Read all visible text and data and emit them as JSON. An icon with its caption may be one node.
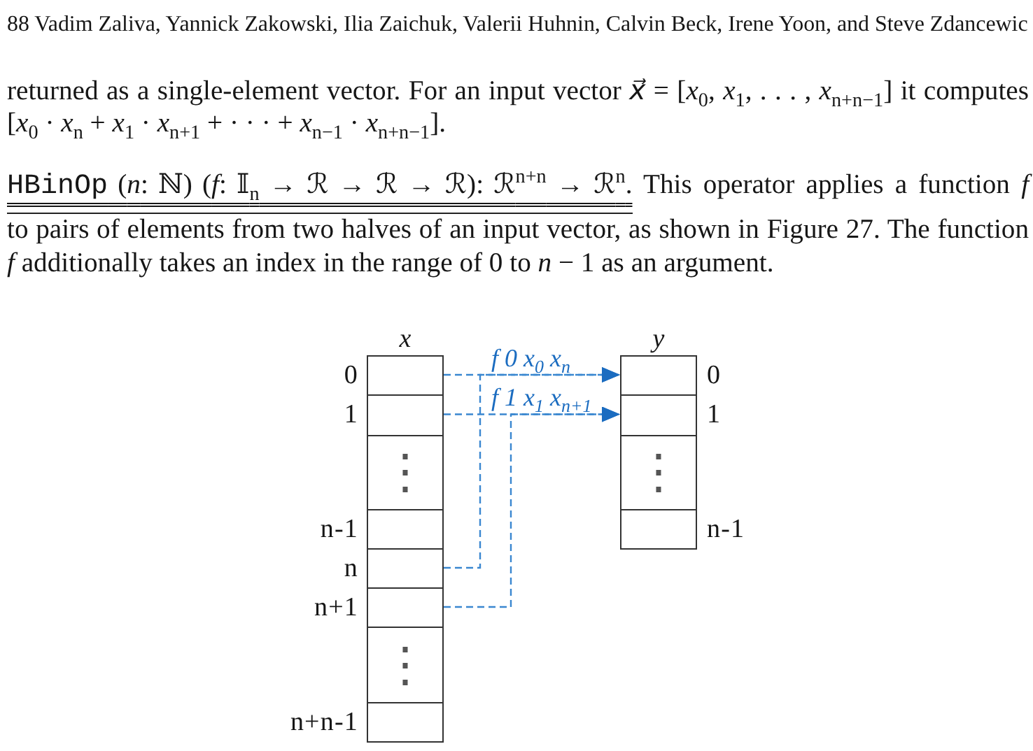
{
  "diagram": {
    "nodes": [
      {
        "text": [
          "x"
        ]
      },
      {
        "text": [],
        "shape": "box",
        "in": 0,
        "beside": [
          "0"
        ]
      },
      {
        "text": [],
        "shape": "box",
        "in": 0,
        "beside": [
          "1"
        ]
      },
      {
        "text": [
          "⋮"
        ],
        "in": 0
      },
      {
        "text": [],
        "shape": "box",
        "in": 0,
        "beside": [
          "n-1"
        ]
      },
      {
        "text": [],
        "shape": "box",
        "in": 0,
        "beside": [
          "n"
        ]
      },
      {
        "text": [],
        "shape": "box",
        "in": 0,
        "beside": [
          "n+1"
        ]
      },
      {
        "text": [
          "⋮"
        ],
        "in": 0
      },
      {
        "text": [],
        "shape": "box",
        "in": 0,
        "beside": [
          "n+n-1"
        ]
      },
      {
        "text": [
          "y"
        ]
      },
      {
        "text": [],
        "shape": "box",
        "in": 9,
        "beside": [
          "0"
        ]
      },
      {
        "text": [],
        "shape": "box",
        "in": 9,
        "beside": [
          "1"
        ]
      },
      {
        "text": [
          "⋮"
        ],
        "in": 9
      },
      {
        "text": [],
        "shape": "box",
        "in": 9,
        "beside": [
          "n-1"
        ]
      }
    ],
    "edges": [
      {
        "from": 1,
        "to": 10,
        "arrow": "to",
        "style": "dashed",
        "label": "f 0 x$_{0}$ x$_{n}$"
      },
      {
        "from": 5,
        "to": 10,
        "arrow": "to",
        "style": "dashed"
      },
      {
        "from": 2,
        "to": 11,
        "arrow": "to",
        "style": "dashed",
        "label": "f 1 x$_{1}$ x$_{n+1}$"
      },
      {
        "from": 6,
        "to": 11,
        "arrow": "to",
        "style": "dashed"
      }
    ],
    "labels": [
      "88 Vadim Zaliva, Yannick Zakowski, Ilia Zaichuk, Valerii Huhnin, Calvin Beck, Irene Yoon, and Steve Zdancewic",
      "returned as a single-element vector. For an input vector *x⃗* = [*x*$_{0}$, *x*$_{1}$, . . . , *x*$_{n+n−1}$] it computes [*x*$_{0}$ · *x*$_{n}$ + *x*$_{1}$ · *x*$_{n+1}$ + · · · + *x*$_{n−1}$ · *x*$_{n+n−1}$].",
      "HBinOp (*n*: ℕ) (*f*: 𝕀$_{n}$ → ℛ → ℛ → ℛ): ℛ$^{n+n}$ → ℛ$^{n}$.",
      "This operator applies a function *f* to pairs of elements from two halves of an input vector, as shown in Figure 27. The function *f* additionally takes an index in the range of 0 to *n* − 1 as an argument."
    ]
  }
}
